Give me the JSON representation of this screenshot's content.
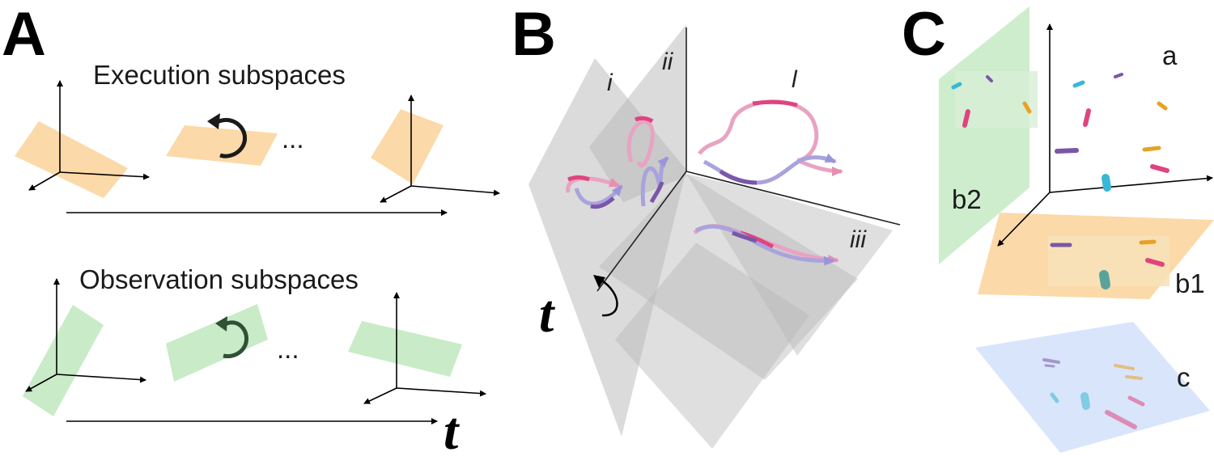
{
  "panels": {
    "a": {
      "letter": "A"
    },
    "b": {
      "letter": "B"
    },
    "c": {
      "letter": "C"
    }
  },
  "panel_a": {
    "execution_label": "Execution subspaces",
    "observation_label": "Observation subspaces",
    "ellipsis": "...",
    "time_symbol": "t"
  },
  "panel_b": {
    "plane_labels": [
      "i",
      "ii",
      "iii"
    ],
    "corner_label": "l",
    "time_symbol": "t"
  },
  "panel_c": {
    "labels": [
      "a",
      "b2",
      "b1",
      "c"
    ]
  },
  "colors": {
    "execution_plane": "#fcd9a8",
    "observation_plane": "#c9ebc8",
    "gray_plane": "#b8b8b8",
    "plane_c": "#d9e5fb",
    "pink": "#e0447e",
    "purple": "#7a56a8",
    "lavender": "#a9a3dd",
    "cyan": "#39b7d6",
    "orange": "#e7a224"
  }
}
